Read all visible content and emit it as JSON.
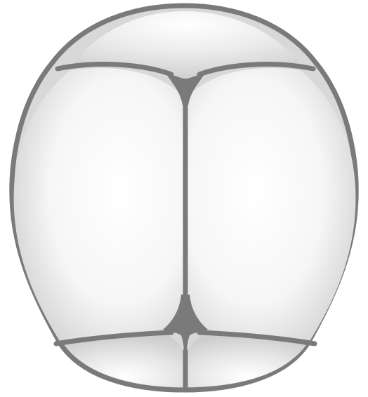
{
  "figure": {
    "subject": "",
    "colors": {
      "outline": "#7a7a7a",
      "fill_light": "#ffffff",
      "fill_shade": "#cfcfcf",
      "background": "#ffffff"
    },
    "regions": [
      {
        "id": "top-cap",
        "shape": "cap"
      },
      {
        "id": "left-lobe",
        "shape": "lobe"
      },
      {
        "id": "right-lobe",
        "shape": "lobe"
      },
      {
        "id": "bottom-left-cap",
        "shape": "cap"
      },
      {
        "id": "bottom-right-cap",
        "shape": "cap"
      }
    ]
  }
}
